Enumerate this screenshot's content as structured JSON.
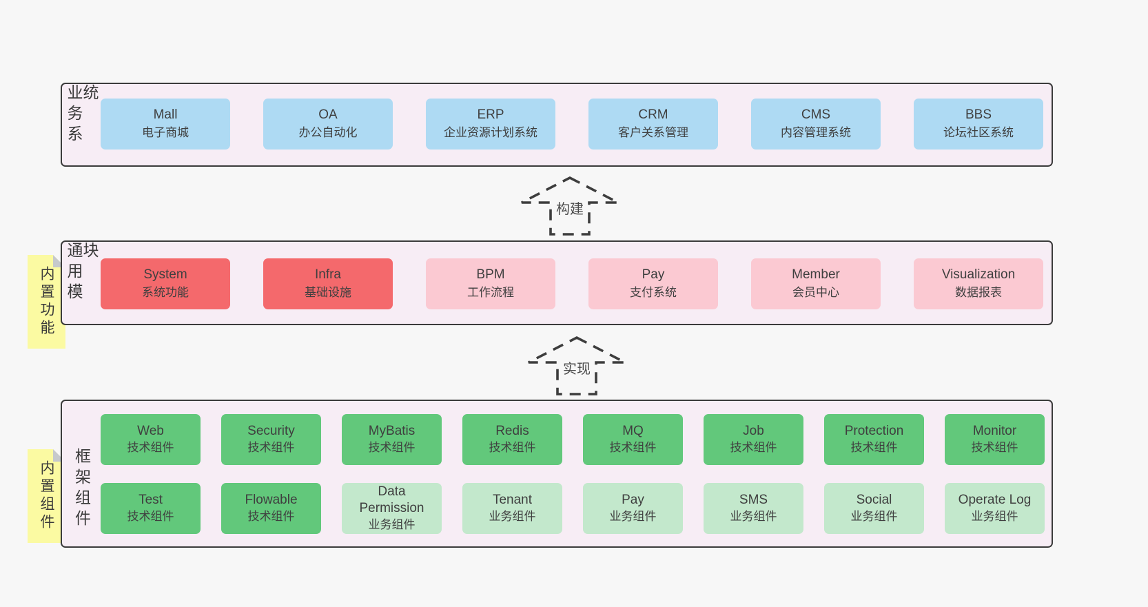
{
  "page": {
    "background": "#f7f7f7"
  },
  "colors": {
    "panel_bg": "#f7edf5",
    "panel_border": "#3b3b3b",
    "blue": "#aedaf3",
    "red": "#f4696c",
    "pink": "#fbc9d2",
    "green": "#62c87b",
    "lightgreen": "#c3e8cc",
    "note_bg": "#fbfaa2",
    "note_fold": "#c6c9cc",
    "text": "#3f3f3f"
  },
  "arrows": [
    {
      "label": "构建"
    },
    {
      "label": "实现"
    }
  ],
  "sections": [
    {
      "label": "业务系统",
      "note": null,
      "rows": [
        {
          "boxes": [
            {
              "title": "Mall",
              "subtitle": "电子商城",
              "variant": "blue"
            },
            {
              "title": "OA",
              "subtitle": "办公自动化",
              "variant": "blue"
            },
            {
              "title": "ERP",
              "subtitle": "企业资源计划系统",
              "variant": "blue"
            },
            {
              "title": "CRM",
              "subtitle": "客户关系管理",
              "variant": "blue"
            },
            {
              "title": "CMS",
              "subtitle": "内容管理系统",
              "variant": "blue"
            },
            {
              "title": "BBS",
              "subtitle": "论坛社区系统",
              "variant": "blue"
            }
          ]
        }
      ]
    },
    {
      "label": "通用模块",
      "note": "内置功能",
      "rows": [
        {
          "boxes": [
            {
              "title": "System",
              "subtitle": "系统功能",
              "variant": "red"
            },
            {
              "title": "Infra",
              "subtitle": "基础设施",
              "variant": "red"
            },
            {
              "title": "BPM",
              "subtitle": "工作流程",
              "variant": "pink"
            },
            {
              "title": "Pay",
              "subtitle": "支付系统",
              "variant": "pink"
            },
            {
              "title": "Member",
              "subtitle": "会员中心",
              "variant": "pink"
            },
            {
              "title": "Visualization",
              "subtitle": "数据报表",
              "variant": "pink"
            }
          ]
        }
      ]
    },
    {
      "label": "框架组件",
      "note": "内置组件",
      "rows": [
        {
          "boxes": [
            {
              "title": "Web",
              "subtitle": "技术组件",
              "variant": "green"
            },
            {
              "title": "Security",
              "subtitle": "技术组件",
              "variant": "green"
            },
            {
              "title": "MyBatis",
              "subtitle": "技术组件",
              "variant": "green"
            },
            {
              "title": "Redis",
              "subtitle": "技术组件",
              "variant": "green"
            },
            {
              "title": "MQ",
              "subtitle": "技术组件",
              "variant": "green"
            },
            {
              "title": "Job",
              "subtitle": "技术组件",
              "variant": "green"
            },
            {
              "title": "Protection",
              "subtitle": "技术组件",
              "variant": "green"
            },
            {
              "title": "Monitor",
              "subtitle": "技术组件",
              "variant": "green"
            }
          ]
        },
        {
          "boxes": [
            {
              "title": "Test",
              "subtitle": "技术组件",
              "variant": "green"
            },
            {
              "title": "Flowable",
              "subtitle": "技术组件",
              "variant": "green"
            },
            {
              "title": "Data Permission",
              "subtitle": "业务组件",
              "variant": "lightgreen"
            },
            {
              "title": "Tenant",
              "subtitle": "业务组件",
              "variant": "lightgreen"
            },
            {
              "title": "Pay",
              "subtitle": "业务组件",
              "variant": "lightgreen"
            },
            {
              "title": "SMS",
              "subtitle": "业务组件",
              "variant": "lightgreen"
            },
            {
              "title": "Social",
              "subtitle": "业务组件",
              "variant": "lightgreen"
            },
            {
              "title": "Operate Log",
              "subtitle": "业务组件",
              "variant": "lightgreen"
            }
          ]
        }
      ]
    }
  ]
}
